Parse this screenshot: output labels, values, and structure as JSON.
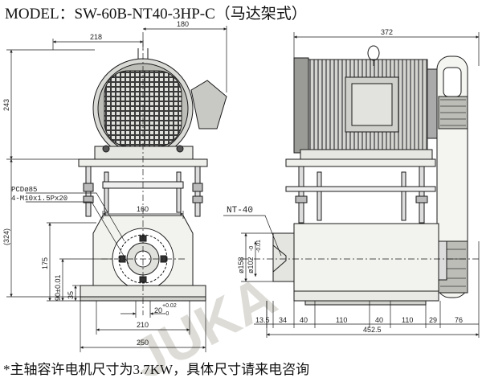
{
  "title": "MODEL：SW-60B-NT40-3HP-C（马达架式）",
  "footnote": "*主轴容许电机尺寸为3.7KW，具体尺寸请来电咨询",
  "watermark": "JUKA",
  "callouts": {
    "pcd": "PCDø85",
    "bolts": "4-M10x1.5Px20",
    "taper": "NT-40"
  },
  "dimensions": {
    "d218": "218",
    "d180": "180",
    "d243": "243",
    "d324": "(324)",
    "d160": "160",
    "d175": "175",
    "d90": "90±0.01",
    "d35": "35",
    "d20": "20",
    "d20_tol_upper": "+0.02",
    "d20_tol_lower": "-0",
    "d210": "210",
    "d250": "250",
    "d372": "372",
    "d158": "ø158",
    "d102": "ø102",
    "d102_tol_upper": "-0",
    "d102_tol_lower": "-0.01",
    "d13_5": "13.5",
    "d34": "34",
    "d40a": "40",
    "d110a": "110",
    "d40b": "40",
    "d110b": "110",
    "d29": "29",
    "d76": "76",
    "d452_5": "452.5"
  },
  "colors": {
    "line": "#1a1a1a",
    "motor_fill": "#d9d9d6",
    "motor_dark": "#6e6e6e",
    "watermark": "#b5b2a8"
  }
}
